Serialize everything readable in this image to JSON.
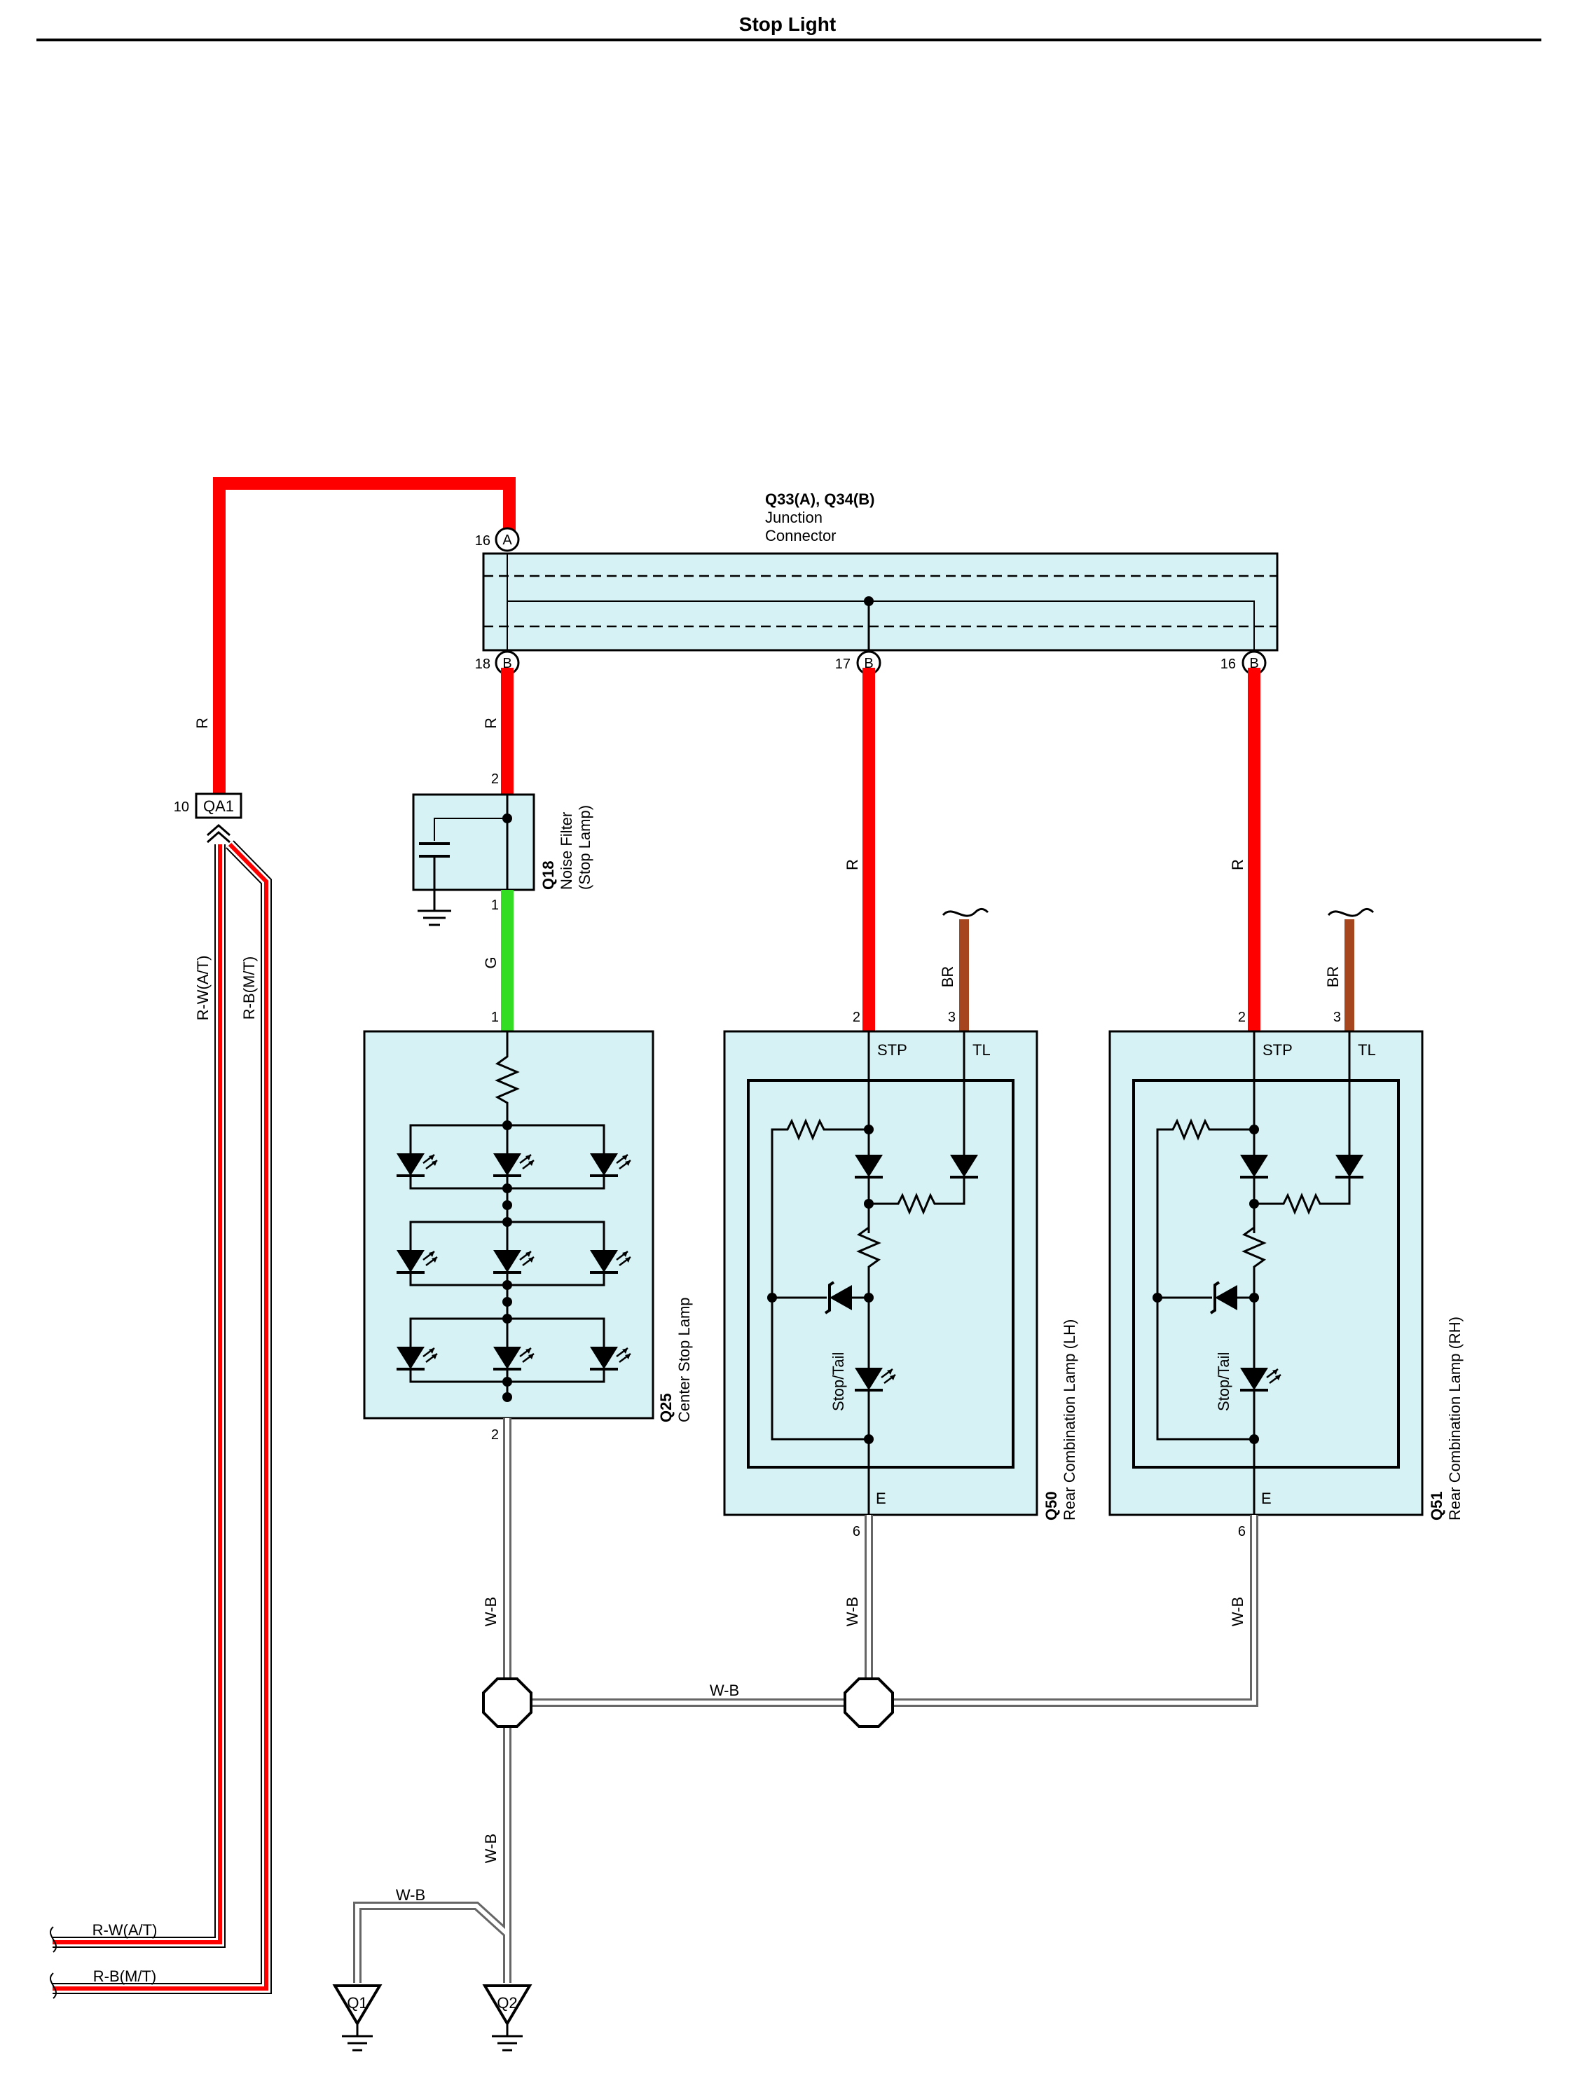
{
  "title": "Stop Light",
  "connectors": {
    "junction": {
      "code": "Q33(A), Q34(B)",
      "line1": "Junction",
      "line2": "Connector",
      "pins": [
        {
          "num": "16",
          "tag": "A"
        },
        {
          "num": "18",
          "tag": "B"
        },
        {
          "num": "17",
          "tag": "B"
        },
        {
          "num": "16",
          "tag": "B"
        }
      ]
    },
    "qa1": {
      "pin": "10",
      "code": "QA1"
    },
    "noise_filter": {
      "code": "Q18",
      "line1": "Noise Filter",
      "line2": "(Stop Lamp)",
      "pin_top": "2",
      "pin_bottom": "1"
    },
    "center_stop": {
      "code": "Q25",
      "name": "Center Stop Lamp",
      "pin_top": "1",
      "pin_bottom": "2"
    },
    "rear_lh": {
      "code": "Q50",
      "name": "Rear Combination Lamp (LH)",
      "pin_stp": "2",
      "pin_tl": "3",
      "pin_e": "6",
      "term_stp": "STP",
      "term_tl": "TL",
      "term_e": "E",
      "bulb": "Stop/Tail"
    },
    "rear_rh": {
      "code": "Q51",
      "name": "Rear Combination Lamp (RH)",
      "pin_stp": "2",
      "pin_tl": "3",
      "pin_e": "6",
      "term_stp": "STP",
      "term_tl": "TL",
      "term_e": "E",
      "bulb": "Stop/Tail"
    }
  },
  "wires": {
    "r": "R",
    "g": "G",
    "br": "BR",
    "wb": "W-B",
    "rw_at": "R-W(A/T)",
    "rb_mt": "R-B(M/T)"
  },
  "grounds": [
    "Q1",
    "Q2"
  ],
  "colors": {
    "red": "#ff0000",
    "green": "#33dd22",
    "brown": "#a5461f",
    "box_fill": "#d6f2f4"
  }
}
